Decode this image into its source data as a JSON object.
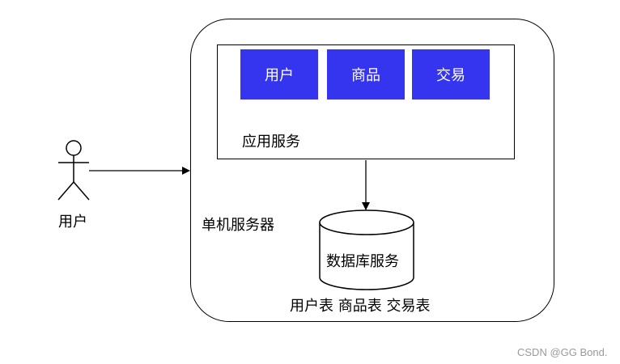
{
  "actor": {
    "label": "用户"
  },
  "server": {
    "label": "单机服务器"
  },
  "app_service": {
    "label": "应用服务",
    "modules": [
      "用户",
      "商品",
      "交易"
    ]
  },
  "database": {
    "label": "数据库服务",
    "tables_label": "用户表 商品表 交易表"
  },
  "colors": {
    "module_fill": "#3535f0",
    "module_text": "#ffffff",
    "stroke": "#000000"
  },
  "watermark": "CSDN @GG Bond."
}
